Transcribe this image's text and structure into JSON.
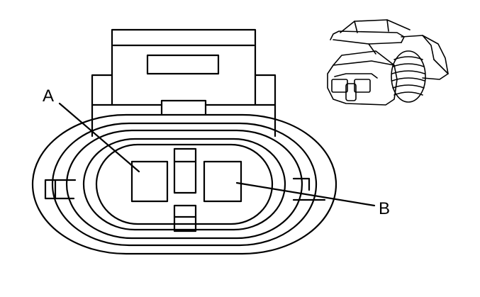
{
  "diagram": {
    "callouts": [
      {
        "id": "A",
        "text": "A"
      },
      {
        "id": "B",
        "text": "B"
      }
    ],
    "colors": {
      "stroke": "#000000",
      "background": "#ffffff"
    }
  }
}
